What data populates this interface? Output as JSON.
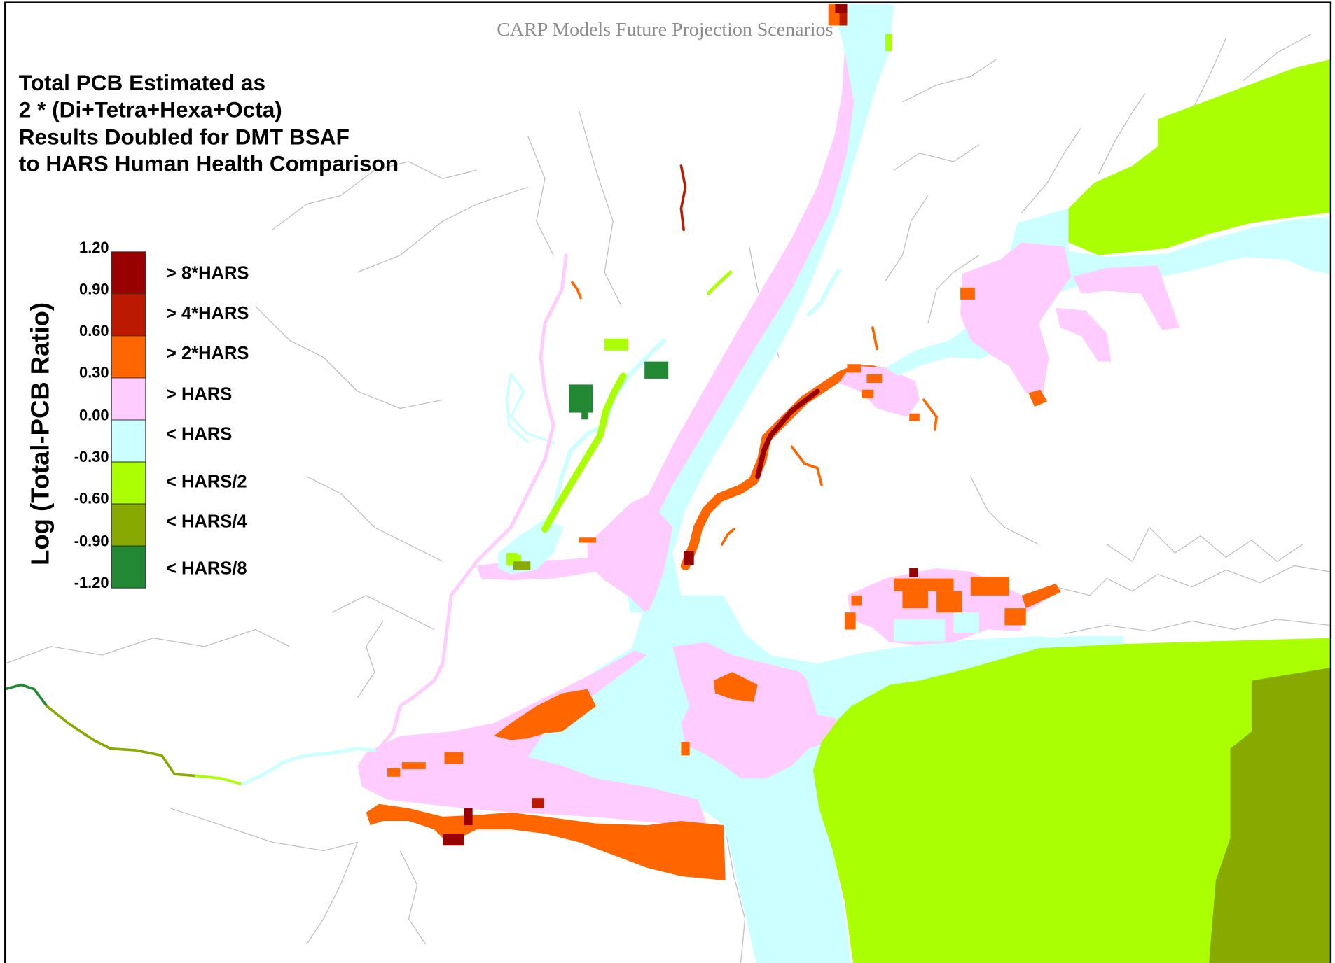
{
  "header": {
    "title": "CARP Models Future Projection Scenarios"
  },
  "annotation": {
    "lines": [
      "Total PCB Estimated as",
      "2 * (Di+Tetra+Hexa+Octa)",
      "Results Doubled for DMT BSAF",
      "to HARS Human Health Comparison"
    ]
  },
  "legend": {
    "axis_label": "Log (Total-PCB Ratio)",
    "ticks": [
      "1.20",
      "0.90",
      "0.60",
      "0.30",
      "0.00",
      "-0.30",
      "-0.60",
      "-0.90",
      "-1.20"
    ],
    "classes": [
      {
        "label": "> 8*HARS",
        "color": "#990000"
      },
      {
        "label": "> 4*HARS",
        "color": "#bb1a00"
      },
      {
        "label": "> 2*HARS",
        "color": "#ff6600"
      },
      {
        "label": "> HARS",
        "color": "#ffccff"
      },
      {
        "label": "< HARS",
        "color": "#ccffff"
      },
      {
        "label": "< HARS/2",
        "color": "#aaff00"
      },
      {
        "label": "< HARS/4",
        "color": "#88aa00"
      },
      {
        "label": "< HARS/8",
        "color": "#228833"
      }
    ]
  },
  "colors": {
    "frame": "#000000",
    "coastline": "#bdbdbd",
    "background": "#ffffff"
  }
}
